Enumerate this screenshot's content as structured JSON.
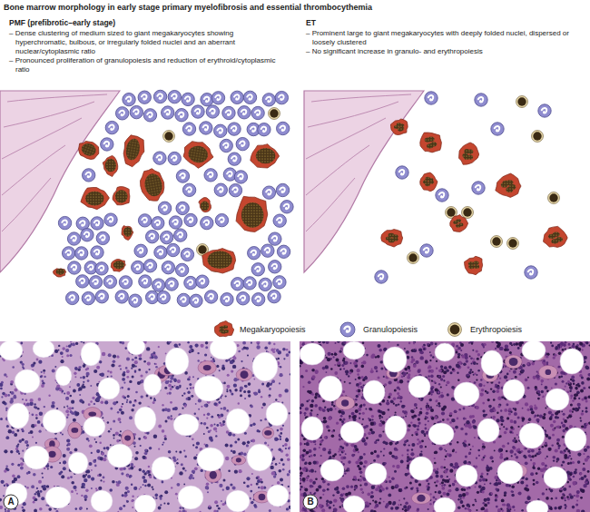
{
  "diagram": {
    "title": "Bone marrow morphology in early stage primary myelofibrosis and essential thrombocythemia",
    "labels": [
      "PMF (prefibrotic–early stage)",
      "– Dense clustering of medium sized to giant megakaryocytes showing hyperchromatic, bulbous, or irregularly folded nuclei and an aberrant nuclear/cytoplasmic ratio",
      "– Pronounced proliferation of granulopoiesis and reduction of erythroid/cytoplasmic ratio",
      "ET",
      "– Prominent large to giant megakaryocytes with deeply folded nuclei, dispersed or loosely clustered",
      "– No significant increase in granulo- and erythropoiesis",
      "A",
      "B"
    ],
    "legend": [
      {
        "text": "Megakaryopoiesis"
      },
      {
        "text": "Granulopoiesis"
      },
      {
        "text": "Erythropoiesis"
      }
    ]
  }
}
